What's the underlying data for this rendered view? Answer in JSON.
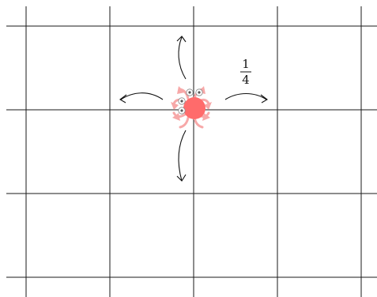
{
  "figure": {
    "description_hidden": "",
    "colors": {
      "grid": "#1a1a1a",
      "crab_body": "#ff6b6b",
      "crab_limbs": "#f7a8a8",
      "arrow": "#111111"
    },
    "grid": {
      "columns": 5,
      "rows": 4
    },
    "probability": {
      "numerator": "1",
      "denominator": "4"
    },
    "moves": [
      "up",
      "down",
      "left",
      "right"
    ],
    "icon": "crab-icon"
  }
}
